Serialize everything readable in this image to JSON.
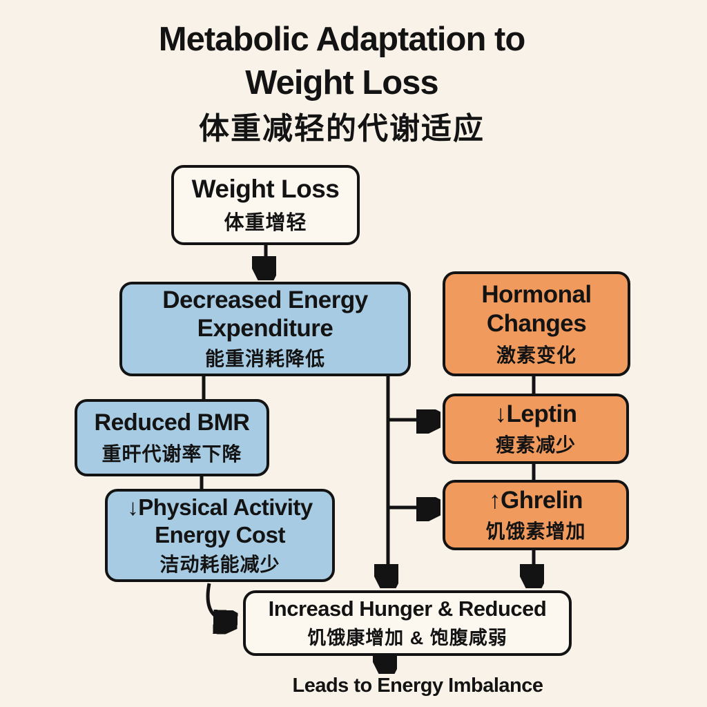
{
  "title": {
    "line1": "Metabolic Adaptation to",
    "line2": "Weight Loss",
    "zh": "体重减轻的代谢适应"
  },
  "nodes": {
    "weight_loss": {
      "en": "Weight Loss",
      "zh": "体重增轻"
    },
    "decreased_energy": {
      "en": "Decreased Energy",
      "en2": "Expenditure",
      "zh": "能重消耗降低"
    },
    "hormonal_changes": {
      "en": "Hormonal",
      "en2": "Changes",
      "zh": "激素变化"
    },
    "reduced_bmr": {
      "en": "Reduced BMR",
      "zh": "重旰代谢率下降"
    },
    "physical_activity": {
      "en": "↓Physical Activity",
      "en2": "Energy Cost",
      "zh": "洁动耗能减少"
    },
    "leptin": {
      "en": "↓Leptin",
      "zh": "瘦素减少"
    },
    "ghrelin": {
      "en": "↑Ghrelin",
      "zh": "饥饿素增加"
    },
    "hunger": {
      "en": "Increasd Hunger & Reduced",
      "zh": "饥饿康增加 & 饱腹咸弱"
    }
  },
  "footer": {
    "caption": "Leads to Energy Imbalance"
  },
  "colors": {
    "background": "#f8f2e8",
    "box_white": "#fcf8f0",
    "box_blue": "#a7cbe2",
    "box_orange": "#f09a5d",
    "border": "#131313",
    "text": "#131313"
  }
}
